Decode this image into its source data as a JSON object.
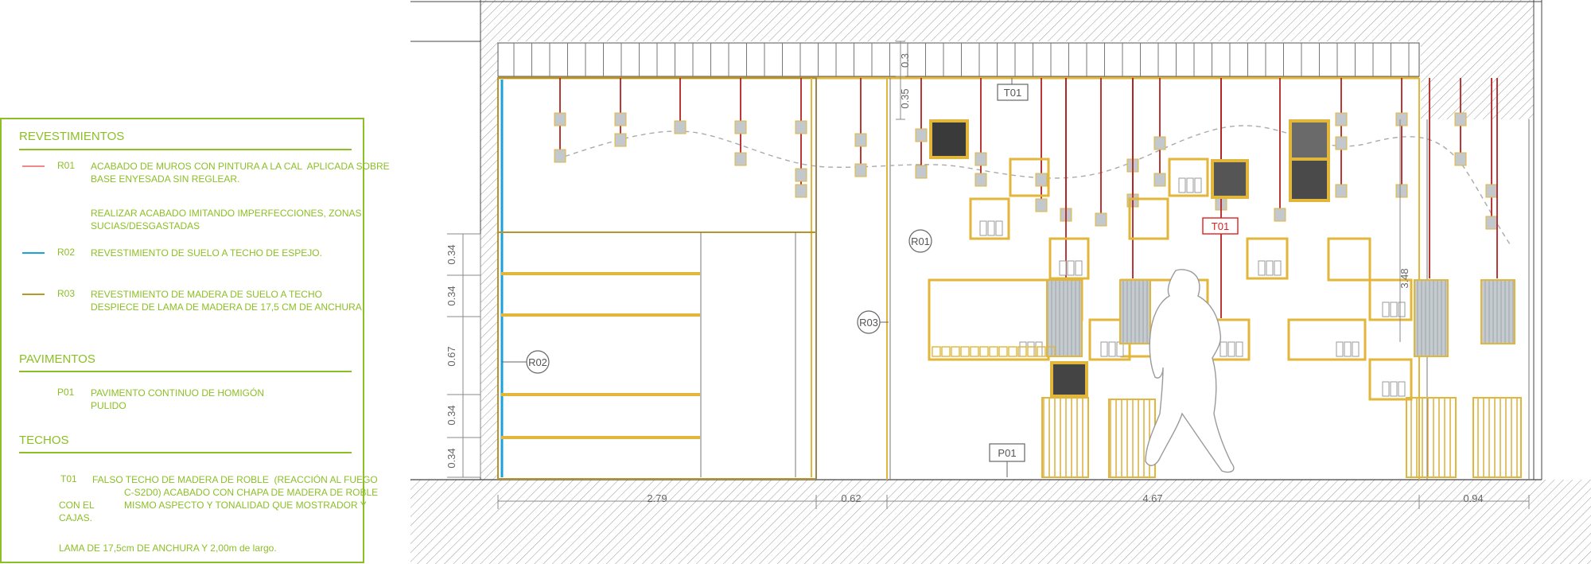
{
  "legend": {
    "revestimientos": {
      "title": "REVESTIMIENTOS",
      "items": [
        {
          "code": "R01",
          "swatch_color": "#f08a8a",
          "lines": [
            "ACABADO DE MUROS CON PINTURA A LA CAL  APLICADA SOBRE",
            "BASE ENYESADA SIN REGLEAR.",
            "",
            "REALIZAR ACABADO IMITANDO IMPERFECCIONES, ZONAS",
            "SUCIAS/DESGASTADAS"
          ]
        },
        {
          "code": "R02",
          "swatch_color": "#1aa3d9",
          "lines": [
            "REVESTIMIENTO DE SUELO A TECHO DE ESPEJO."
          ]
        },
        {
          "code": "R03",
          "swatch_color": "#b89a2a",
          "lines": [
            "REVESTIMIENTO DE MADERA DE SUELO A TECHO",
            "DESPIECE DE LAMA DE MADERA DE 17,5 CM DE ANCHURA"
          ]
        }
      ]
    },
    "pavimentos": {
      "title": "PAVIMENTOS",
      "items": [
        {
          "code": "P01",
          "lines": [
            "PAVIMENTO CONTINUO DE HOMIGÓN",
            "PULIDO"
          ]
        }
      ]
    },
    "techos": {
      "title": "TECHOS",
      "items": [
        {
          "code": "T01",
          "lines": [
            "FALSO TECHO DE MADERA DE ROBLE  (REACCIÓN AL FUEGO",
            "C-S2D0) ACABADO CON CHAPA DE MADERA DE ROBLE",
            "MISMO ASPECTO Y TONALIDAD QUE MOSTRADOR Y"
          ]
        }
      ],
      "extra_left": [
        "CON EL",
        "CAJAS."
      ],
      "footnote": "LAMA DE 17,5cm DE ANCHURA Y 2,00m de largo."
    }
  },
  "tags": {
    "r01": "R01",
    "r02": "R02",
    "r03": "R03",
    "t01": "T01",
    "t01_red": "T01",
    "p01": "P01"
  },
  "dimensions": {
    "left_vertical": [
      "0.34",
      "0.34",
      "0.67",
      "0.34",
      "0.34"
    ],
    "ceiling_vertical": [
      "0.3",
      "0.35"
    ],
    "right_vertical": "3.48",
    "bottom": [
      "2.79",
      "0.62",
      "4.67",
      "0.94"
    ]
  },
  "colors": {
    "wood": "#e2b63a",
    "wood_dark": "#b8932c",
    "mirror": "#1aa3d9",
    "cable": "#b22222",
    "label_red": "#e02020",
    "legend_green": "#8cbf26",
    "box_fill": "#c2c8cc"
  }
}
